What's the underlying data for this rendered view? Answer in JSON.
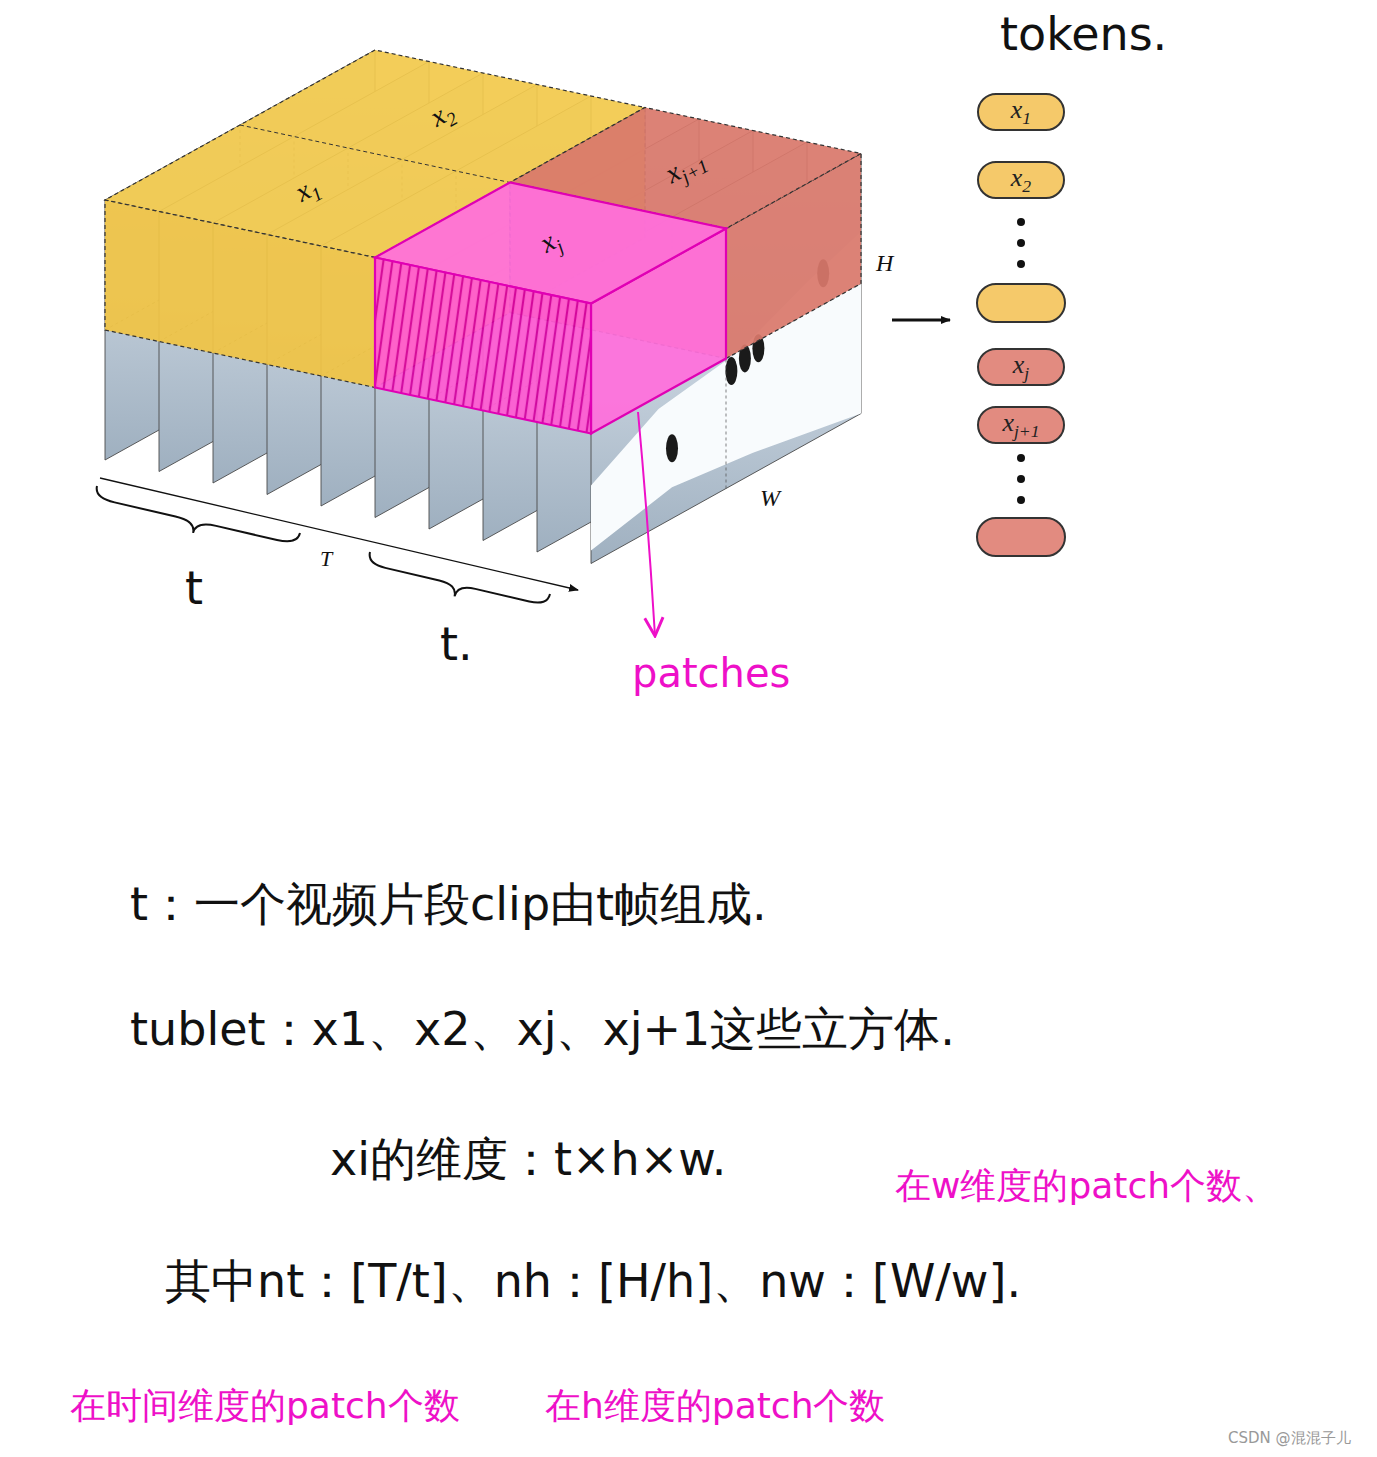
{
  "diagram": {
    "nodes": [
      {
        "text": [
          "x1"
        ]
      },
      {
        "text": [
          "x2"
        ]
      },
      {
        "text": [
          "xj"
        ]
      },
      {
        "text": [
          "xj+1"
        ]
      }
    ],
    "labels": [
      "tokens.",
      "x1",
      "x2",
      "xj",
      "xj+1",
      "H",
      "W",
      "T",
      "t",
      "t.",
      "patches",
      "t：一个视频片段clip由t帧组成.",
      "tublet：x1、x2、xj、xj+1这些立方体.",
      "xi的维度：t×h×w.",
      "在w维度的patch个数、",
      "其中nt：[T/t]、nh：[H/h]、nw：[W/w].",
      "在时间维度的patch个数",
      "在h维度的patch个数",
      "CSDN @混混子儿"
    ]
  }
}
